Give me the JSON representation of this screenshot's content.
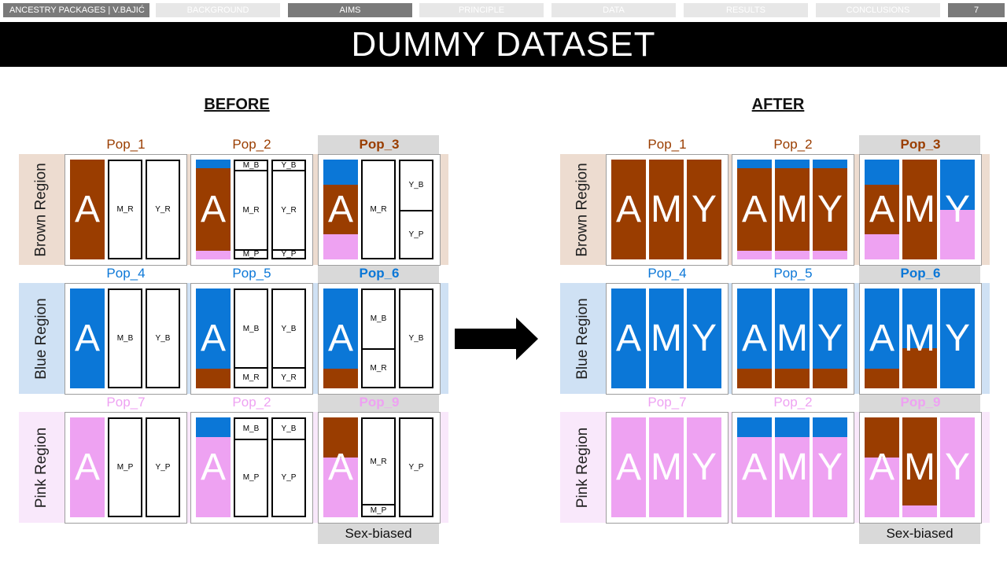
{
  "colors": {
    "brown": "#9a3d00",
    "blue": "#0b77d7",
    "pink": "#eea2f2",
    "brown_region_bg": "#eddcd0",
    "blue_region_bg": "#cfe1f4",
    "pink_region_bg": "#f9e8fb",
    "pop_label_brown": "#9a3d00",
    "pop_label_blue": "#0b77d7",
    "pop_label_pink": "#eea2f2",
    "sex_biased_bg": "#d9d9d9"
  },
  "nav": {
    "items": [
      {
        "label": "ANCESTRY PACKAGES | V.BAJIĆ",
        "state": "title"
      },
      {
        "label": "BACKGROUND",
        "state": "normal"
      },
      {
        "label": "AIMS",
        "state": "active"
      },
      {
        "label": "PRINCIPLE",
        "state": "normal"
      },
      {
        "label": "DATA",
        "state": "normal"
      },
      {
        "label": "RESULTS",
        "state": "normal"
      },
      {
        "label": "CONCLUSIONS",
        "state": "normal"
      },
      {
        "label": "7",
        "state": "number"
      }
    ]
  },
  "title": "DUMMY DATASET",
  "before": {
    "heading": "BEFORE",
    "regions": [
      {
        "label": "Brown Region",
        "color": "brown"
      },
      {
        "label": "Blue Region",
        "color": "blue"
      },
      {
        "label": "Pink Region",
        "color": "pink"
      }
    ],
    "pops": [
      {
        "name": "Pop_1",
        "label_color": "brown",
        "bold": false,
        "a": [
          {
            "c": "brown",
            "f": 1
          }
        ],
        "a_letter": "A",
        "m": [
          {
            "t": "M_R",
            "f": 1
          }
        ],
        "y": [
          {
            "t": "Y_R",
            "f": 1
          }
        ]
      },
      {
        "name": "Pop_2",
        "label_color": "brown",
        "bold": false,
        "a": [
          {
            "c": "blue",
            "f": 0.09
          },
          {
            "c": "brown",
            "f": 0.82
          },
          {
            "c": "pink",
            "f": 0.09
          }
        ],
        "a_letter": "A",
        "m": [
          {
            "t": "M_B",
            "f": 0.09
          },
          {
            "t": "M_R",
            "f": 0.82
          },
          {
            "t": "M_P",
            "f": 0.09
          }
        ],
        "y": [
          {
            "t": "Y_B",
            "f": 0.09
          },
          {
            "t": "Y_R",
            "f": 0.82
          },
          {
            "t": "Y_P",
            "f": 0.09
          }
        ]
      },
      {
        "name": "Pop_3",
        "label_color": "brown",
        "bold": true,
        "a": [
          {
            "c": "blue",
            "f": 0.25
          },
          {
            "c": "brown",
            "f": 0.5
          },
          {
            "c": "pink",
            "f": 0.25
          }
        ],
        "a_letter": "A",
        "m": [
          {
            "t": "M_R",
            "f": 1
          }
        ],
        "y": [
          {
            "t": "Y_B",
            "f": 0.5
          },
          {
            "t": "Y_P",
            "f": 0.5
          }
        ]
      },
      {
        "name": "Pop_4",
        "label_color": "blue",
        "bold": false,
        "a": [
          {
            "c": "blue",
            "f": 1
          }
        ],
        "a_letter": "A",
        "m": [
          {
            "t": "M_B",
            "f": 1
          }
        ],
        "y": [
          {
            "t": "Y_B",
            "f": 1
          }
        ]
      },
      {
        "name": "Pop_5",
        "label_color": "blue",
        "bold": false,
        "a": [
          {
            "c": "blue",
            "f": 0.8
          },
          {
            "c": "brown",
            "f": 0.2
          }
        ],
        "a_letter": "A",
        "m": [
          {
            "t": "M_B",
            "f": 0.8
          },
          {
            "t": "M_R",
            "f": 0.2
          }
        ],
        "y": [
          {
            "t": "Y_B",
            "f": 0.8
          },
          {
            "t": "Y_R",
            "f": 0.2
          }
        ]
      },
      {
        "name": "Pop_6",
        "label_color": "blue",
        "bold": true,
        "a": [
          {
            "c": "blue",
            "f": 0.8
          },
          {
            "c": "brown",
            "f": 0.2
          }
        ],
        "a_letter": "A",
        "m": [
          {
            "t": "M_B",
            "f": 0.6
          },
          {
            "t": "M_R",
            "f": 0.4
          }
        ],
        "y": [
          {
            "t": "Y_B",
            "f": 1
          }
        ]
      },
      {
        "name": "Pop_7",
        "label_color": "pink",
        "bold": false,
        "a": [
          {
            "c": "pink",
            "f": 1
          }
        ],
        "a_letter": "A",
        "m": [
          {
            "t": "M_P",
            "f": 1
          }
        ],
        "y": [
          {
            "t": "Y_P",
            "f": 1
          }
        ]
      },
      {
        "name": "Pop_2",
        "label_color": "pink",
        "bold": false,
        "a": [
          {
            "c": "blue",
            "f": 0.2
          },
          {
            "c": "pink",
            "f": 0.8
          }
        ],
        "a_letter": "A",
        "m": [
          {
            "t": "M_B",
            "f": 0.2
          },
          {
            "t": "M_P",
            "f": 0.8
          }
        ],
        "y": [
          {
            "t": "Y_B",
            "f": 0.2
          },
          {
            "t": "Y_P",
            "f": 0.8
          }
        ]
      },
      {
        "name": "Pop_9",
        "label_color": "pink",
        "bold": true,
        "a": [
          {
            "c": "brown",
            "f": 0.4
          },
          {
            "c": "pink",
            "f": 0.6
          }
        ],
        "a_letter": "A",
        "m": [
          {
            "t": "M_R",
            "f": 0.88
          },
          {
            "t": "M_P",
            "f": 0.12
          }
        ],
        "y": [
          {
            "t": "Y_P",
            "f": 1
          }
        ]
      }
    ],
    "sex_biased_label": "Sex-biased"
  },
  "after": {
    "heading": "AFTER",
    "regions": [
      {
        "label": "Brown Region",
        "color": "brown"
      },
      {
        "label": "Blue Region",
        "color": "blue"
      },
      {
        "label": "Pink Region",
        "color": "pink"
      }
    ],
    "pops": [
      {
        "name": "Pop_1",
        "label_color": "brown",
        "bold": false,
        "bars": [
          {
            "letter": "A",
            "segs": [
              {
                "c": "brown",
                "f": 1
              }
            ]
          },
          {
            "letter": "M",
            "segs": [
              {
                "c": "brown",
                "f": 1
              }
            ]
          },
          {
            "letter": "Y",
            "segs": [
              {
                "c": "brown",
                "f": 1
              }
            ]
          }
        ]
      },
      {
        "name": "Pop_2",
        "label_color": "brown",
        "bold": false,
        "bars": [
          {
            "letter": "A",
            "segs": [
              {
                "c": "blue",
                "f": 0.09
              },
              {
                "c": "brown",
                "f": 0.82
              },
              {
                "c": "pink",
                "f": 0.09
              }
            ]
          },
          {
            "letter": "M",
            "segs": [
              {
                "c": "blue",
                "f": 0.09
              },
              {
                "c": "brown",
                "f": 0.82
              },
              {
                "c": "pink",
                "f": 0.09
              }
            ]
          },
          {
            "letter": "Y",
            "segs": [
              {
                "c": "blue",
                "f": 0.09
              },
              {
                "c": "brown",
                "f": 0.82
              },
              {
                "c": "pink",
                "f": 0.09
              }
            ]
          }
        ]
      },
      {
        "name": "Pop_3",
        "label_color": "brown",
        "bold": true,
        "bars": [
          {
            "letter": "A",
            "segs": [
              {
                "c": "blue",
                "f": 0.25
              },
              {
                "c": "brown",
                "f": 0.5
              },
              {
                "c": "pink",
                "f": 0.25
              }
            ]
          },
          {
            "letter": "M",
            "segs": [
              {
                "c": "brown",
                "f": 1
              }
            ]
          },
          {
            "letter": "Y",
            "segs": [
              {
                "c": "blue",
                "f": 0.5
              },
              {
                "c": "pink",
                "f": 0.5
              }
            ]
          }
        ]
      },
      {
        "name": "Pop_4",
        "label_color": "blue",
        "bold": false,
        "bars": [
          {
            "letter": "A",
            "segs": [
              {
                "c": "blue",
                "f": 1
              }
            ]
          },
          {
            "letter": "M",
            "segs": [
              {
                "c": "blue",
                "f": 1
              }
            ]
          },
          {
            "letter": "Y",
            "segs": [
              {
                "c": "blue",
                "f": 1
              }
            ]
          }
        ]
      },
      {
        "name": "Pop_5",
        "label_color": "blue",
        "bold": false,
        "bars": [
          {
            "letter": "A",
            "segs": [
              {
                "c": "blue",
                "f": 0.8
              },
              {
                "c": "brown",
                "f": 0.2
              }
            ]
          },
          {
            "letter": "M",
            "segs": [
              {
                "c": "blue",
                "f": 0.8
              },
              {
                "c": "brown",
                "f": 0.2
              }
            ]
          },
          {
            "letter": "Y",
            "segs": [
              {
                "c": "blue",
                "f": 0.8
              },
              {
                "c": "brown",
                "f": 0.2
              }
            ]
          }
        ]
      },
      {
        "name": "Pop_6",
        "label_color": "blue",
        "bold": true,
        "bars": [
          {
            "letter": "A",
            "segs": [
              {
                "c": "blue",
                "f": 0.8
              },
              {
                "c": "brown",
                "f": 0.2
              }
            ]
          },
          {
            "letter": "M",
            "segs": [
              {
                "c": "blue",
                "f": 0.6
              },
              {
                "c": "brown",
                "f": 0.4
              }
            ]
          },
          {
            "letter": "Y",
            "segs": [
              {
                "c": "blue",
                "f": 1
              }
            ]
          }
        ]
      },
      {
        "name": "Pop_7",
        "label_color": "pink",
        "bold": false,
        "bars": [
          {
            "letter": "A",
            "segs": [
              {
                "c": "pink",
                "f": 1
              }
            ]
          },
          {
            "letter": "M",
            "segs": [
              {
                "c": "pink",
                "f": 1
              }
            ]
          },
          {
            "letter": "Y",
            "segs": [
              {
                "c": "pink",
                "f": 1
              }
            ]
          }
        ]
      },
      {
        "name": "Pop_2",
        "label_color": "pink",
        "bold": false,
        "bars": [
          {
            "letter": "A",
            "segs": [
              {
                "c": "blue",
                "f": 0.2
              },
              {
                "c": "pink",
                "f": 0.8
              }
            ]
          },
          {
            "letter": "M",
            "segs": [
              {
                "c": "blue",
                "f": 0.2
              },
              {
                "c": "pink",
                "f": 0.8
              }
            ]
          },
          {
            "letter": "Y",
            "segs": [
              {
                "c": "blue",
                "f": 0.2
              },
              {
                "c": "pink",
                "f": 0.8
              }
            ]
          }
        ]
      },
      {
        "name": "Pop_9",
        "label_color": "pink",
        "bold": true,
        "bars": [
          {
            "letter": "A",
            "segs": [
              {
                "c": "brown",
                "f": 0.4
              },
              {
                "c": "pink",
                "f": 0.6
              }
            ]
          },
          {
            "letter": "M",
            "segs": [
              {
                "c": "brown",
                "f": 0.88
              },
              {
                "c": "pink",
                "f": 0.12
              }
            ]
          },
          {
            "letter": "Y",
            "segs": [
              {
                "c": "pink",
                "f": 1
              }
            ]
          }
        ]
      }
    ],
    "sex_biased_label": "Sex-biased"
  }
}
